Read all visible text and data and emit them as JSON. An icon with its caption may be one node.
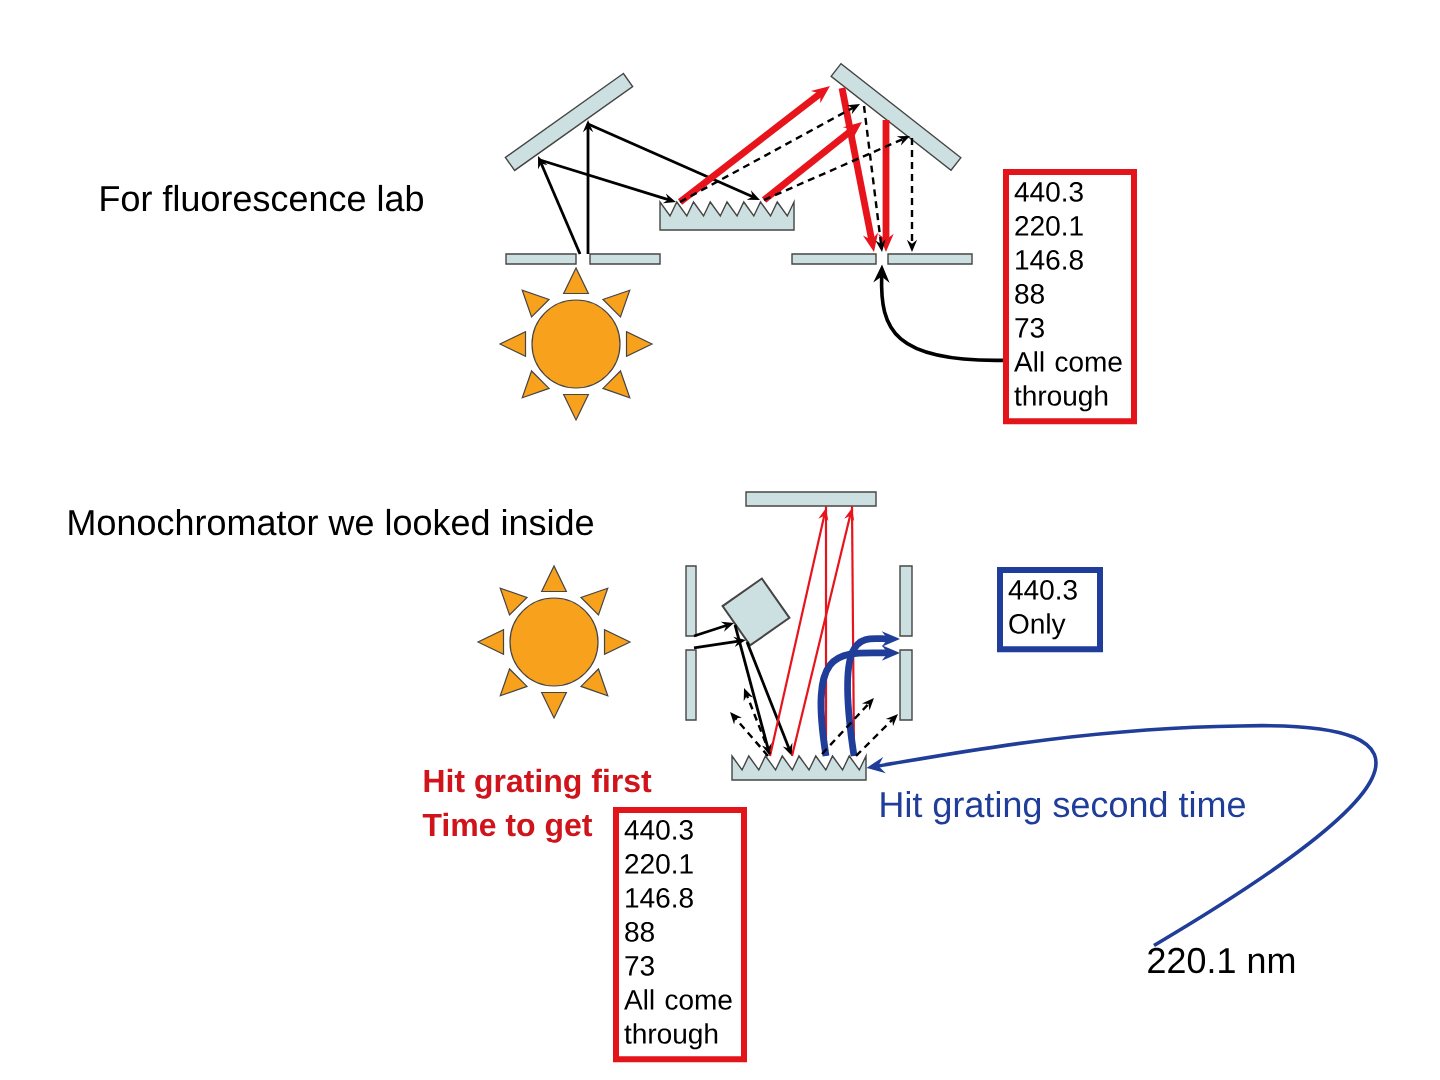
{
  "diagram": {
    "nodes": [
      {
        "text": [],
        "shape": "bar"
      },
      {
        "text": [],
        "shape": "bar"
      },
      {
        "text": [
          "440.3",
          "220.1",
          "146.8",
          "88",
          "73",
          "All come through"
        ]
      },
      {
        "text": [],
        "shape": "picture"
      },
      {
        "text": [],
        "shape": "picture"
      },
      {
        "text": [],
        "shape": "picture"
      },
      {
        "text": [],
        "shape": "bar"
      },
      {
        "text": [],
        "shape": "picture"
      },
      {
        "text": [],
        "shape": "box"
      },
      {
        "text": [],
        "shape": "picture"
      },
      {
        "text": [
          "440.3 Only"
        ]
      },
      {
        "text": [],
        "shape": "picture"
      },
      {
        "text": [
          "440.3",
          "220.1",
          "146.8",
          "88",
          "73",
          "All come through"
        ],
        "beside": [
          "Hit grating first",
          "Time to get"
        ]
      },
      {
        "text": [
          "220.1 nm"
        ]
      }
    ],
    "edges": [
      {
        "from": 4,
        "to": 0,
        "arrow": "to"
      },
      {
        "from": 4,
        "to": 0,
        "arrow": "to"
      },
      {
        "from": 0,
        "to": 3,
        "arrow": "to"
      },
      {
        "from": 0,
        "to": 3,
        "arrow": "to"
      },
      {
        "from": 3,
        "to": 1,
        "arrow": "to",
        "style": "thick",
        "color": "#e8141c"
      },
      {
        "from": 3,
        "to": 1,
        "arrow": "to",
        "style": "thick",
        "color": "#e8141c"
      },
      {
        "from": 1,
        "to": 5,
        "arrow": "to",
        "style": "thick",
        "color": "#e8141c"
      },
      {
        "from": 1,
        "to": 5,
        "arrow": "to",
        "style": "thick",
        "color": "#e8141c"
      },
      {
        "from": 3,
        "to": 1,
        "arrow": "to",
        "style": "dashed"
      },
      {
        "from": 3,
        "to": 1,
        "arrow": "to",
        "style": "dashed"
      },
      {
        "from": 1,
        "to": 5,
        "arrow": "to",
        "style": "dashed"
      },
      {
        "from": 1,
        "to": 5,
        "arrow": "to",
        "style": "dashed"
      },
      {
        "from": 2,
        "to": 5,
        "arrow": "to"
      },
      {
        "from": 7,
        "to": 8,
        "arrow": "to"
      },
      {
        "from": 7,
        "to": 8,
        "arrow": "to"
      },
      {
        "from": 8,
        "to": 11,
        "arrow": "to"
      },
      {
        "from": 8,
        "to": 11,
        "arrow": "to"
      },
      {
        "from": 11,
        "to": 6,
        "arrow": "to",
        "color": "#e8141c"
      },
      {
        "from": 11,
        "to": 6,
        "arrow": "to",
        "color": "#e8141c"
      },
      {
        "from": 6,
        "to": 11,
        "arrow": "none",
        "color": "#e8141c"
      },
      {
        "from": 6,
        "to": 11,
        "arrow": "none",
        "color": "#e8141c"
      },
      {
        "from": 11,
        "to": 9,
        "arrow": "to",
        "style": "thick",
        "color": "#1f3d99"
      },
      {
        "from": 11,
        "to": 9,
        "arrow": "to",
        "style": "thick",
        "color": "#1f3d99"
      },
      {
        "from": 11,
        "to": null,
        "arrow": "to",
        "style": "dashed"
      },
      {
        "from": 11,
        "to": null,
        "arrow": "to",
        "style": "dashed"
      },
      {
        "from": 11,
        "to": null,
        "arrow": "to",
        "style": "dashed"
      },
      {
        "from": 11,
        "to": 9,
        "arrow": "to",
        "style": "dashed"
      },
      {
        "from": 13,
        "to": 11,
        "arrow": "to",
        "color": "#1f3d99"
      }
    ],
    "labels": [
      "For fluorescence lab",
      "Monochromator we looked inside",
      "Hit grating second time"
    ]
  }
}
